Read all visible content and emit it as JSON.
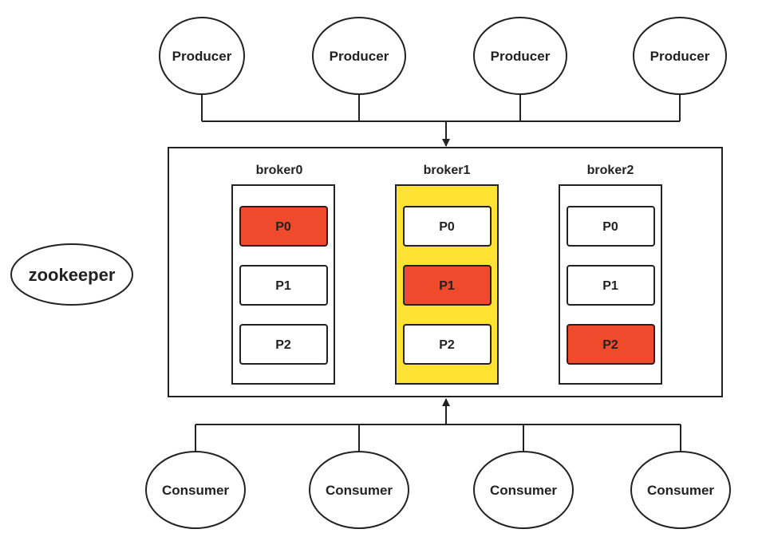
{
  "producers": [
    {
      "label": "Producer"
    },
    {
      "label": "Producer"
    },
    {
      "label": "Producer"
    },
    {
      "label": "Producer"
    }
  ],
  "consumers": [
    {
      "label": "Consumer"
    },
    {
      "label": "Consumer"
    },
    {
      "label": "Consumer"
    },
    {
      "label": "Consumer"
    }
  ],
  "zookeeper": {
    "label": "zookeeper"
  },
  "brokers": [
    {
      "label": "broker0",
      "highlight": false,
      "partitions": [
        {
          "label": "P0",
          "leader": true
        },
        {
          "label": "P1",
          "leader": false
        },
        {
          "label": "P2",
          "leader": false
        }
      ]
    },
    {
      "label": "broker1",
      "highlight": true,
      "partitions": [
        {
          "label": "P0",
          "leader": false
        },
        {
          "label": "P1",
          "leader": true
        },
        {
          "label": "P2",
          "leader": false
        }
      ]
    },
    {
      "label": "broker2",
      "highlight": false,
      "partitions": [
        {
          "label": "P0",
          "leader": false
        },
        {
          "label": "P1",
          "leader": false
        },
        {
          "label": "P2",
          "leader": true
        }
      ]
    }
  ],
  "colors": {
    "leader": "#f04a2c",
    "highlight": "#ffe233",
    "stroke": "#222222",
    "background": "#ffffff"
  }
}
